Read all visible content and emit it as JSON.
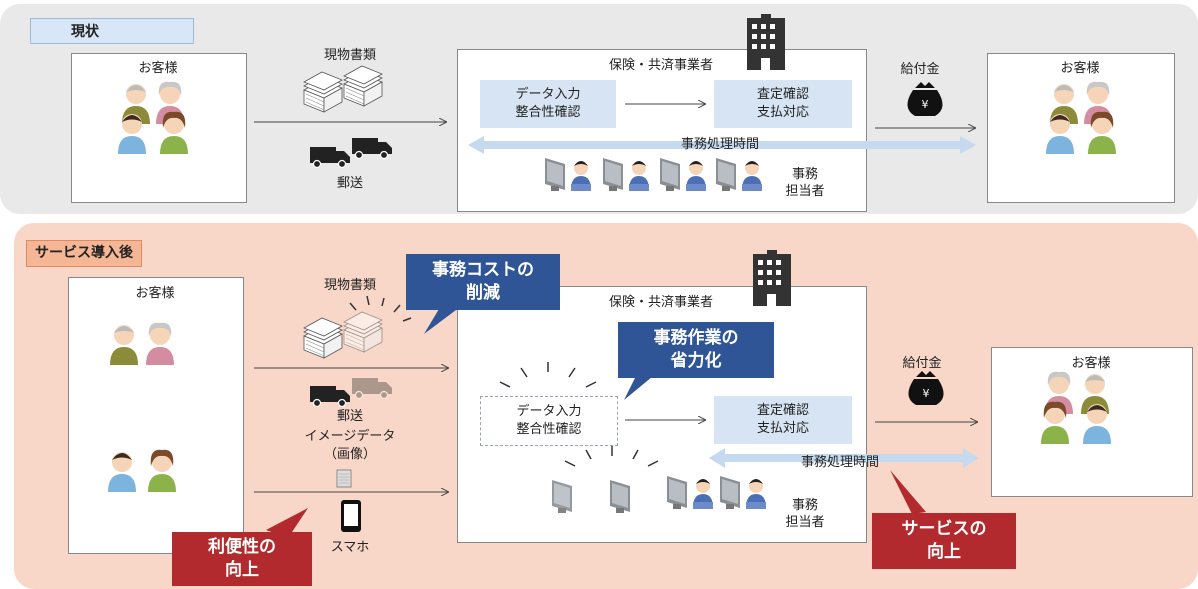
{
  "current": {
    "tag": "現状",
    "customer_left": "お客様",
    "documents": "現物書類",
    "mail": "郵送",
    "company": "保険・共済事業者",
    "data_entry": [
      "データ入力",
      "整合性確認"
    ],
    "assessment": [
      "査定確認",
      "支払対応"
    ],
    "processing_time": "事務処理時間",
    "staff": [
      "事務",
      "担当者"
    ],
    "benefit": "給付金",
    "customer_right": "お客様"
  },
  "after": {
    "tag": "サービス導入後",
    "customer_left": "お客様",
    "documents": "現物書類",
    "mail": "郵送",
    "image_data": [
      "イメージデータ",
      "（画像）"
    ],
    "smartphone": "スマホ",
    "company": "保険・共済事業者",
    "data_entry": [
      "データ入力",
      "整合性確認"
    ],
    "assessment": [
      "査定確認",
      "支払対応"
    ],
    "processing_time": "事務処理時間",
    "staff": [
      "事務",
      "担当者"
    ],
    "benefit": "給付金",
    "customer_right": "お客様",
    "callouts": {
      "cost": [
        "事務コストの",
        "削減"
      ],
      "labor": [
        "事務作業の",
        "省力化"
      ],
      "convenience": [
        "利便性の",
        "向上"
      ],
      "service": [
        "サービスの",
        "向上"
      ]
    }
  },
  "colors": {
    "navy": "#2f5597",
    "red": "#b22a2d",
    "light_blue": "#d6e4f3",
    "arrow_blue": "#c5d9ef"
  }
}
